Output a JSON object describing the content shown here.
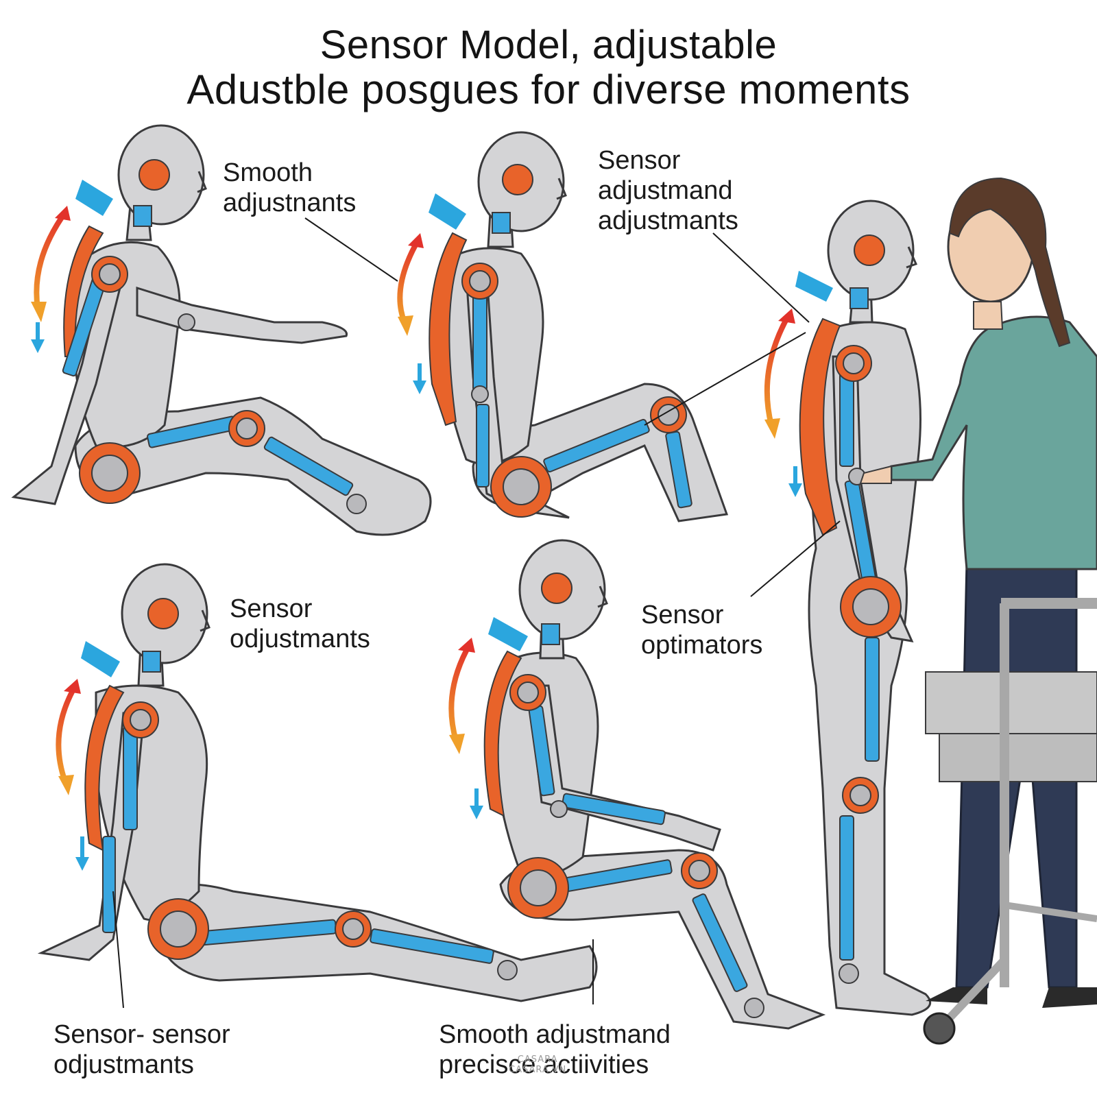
{
  "title": {
    "line1": "Sensor Model, adjustable",
    "line2": "Adustble posgues for diverse moments"
  },
  "labels": {
    "top_left": [
      "Smooth",
      "adjustnants"
    ],
    "top_middle": [
      "Sensor",
      "adjustmand",
      "adjustmants"
    ],
    "middle_left": [
      "Sensor",
      "odjustmants"
    ],
    "middle_right": [
      "Sensor",
      "optimators"
    ],
    "bottom_left": [
      "Sensor- sensor",
      "odjustmants"
    ],
    "bottom_middle": [
      "Smooth adjustmand",
      "precisce actiivities"
    ]
  },
  "watermark": {
    "line1": "CASARA",
    "line2": "CASARA.VN"
  },
  "colors": {
    "body_gray": "#d4d4d6",
    "outline": "#3a3a3c",
    "actuator_blue": "#3aa7e0",
    "joint_orange": "#e8632a",
    "arrow_red": "#e2322b",
    "arrow_orange": "#f0a02a",
    "arrow_blue": "#2ba6de",
    "shirt_teal": "#6aa59c",
    "pants_navy": "#2f3a55",
    "hair_brown": "#5a3b2a",
    "walker_gray": "#a8a8a8"
  }
}
